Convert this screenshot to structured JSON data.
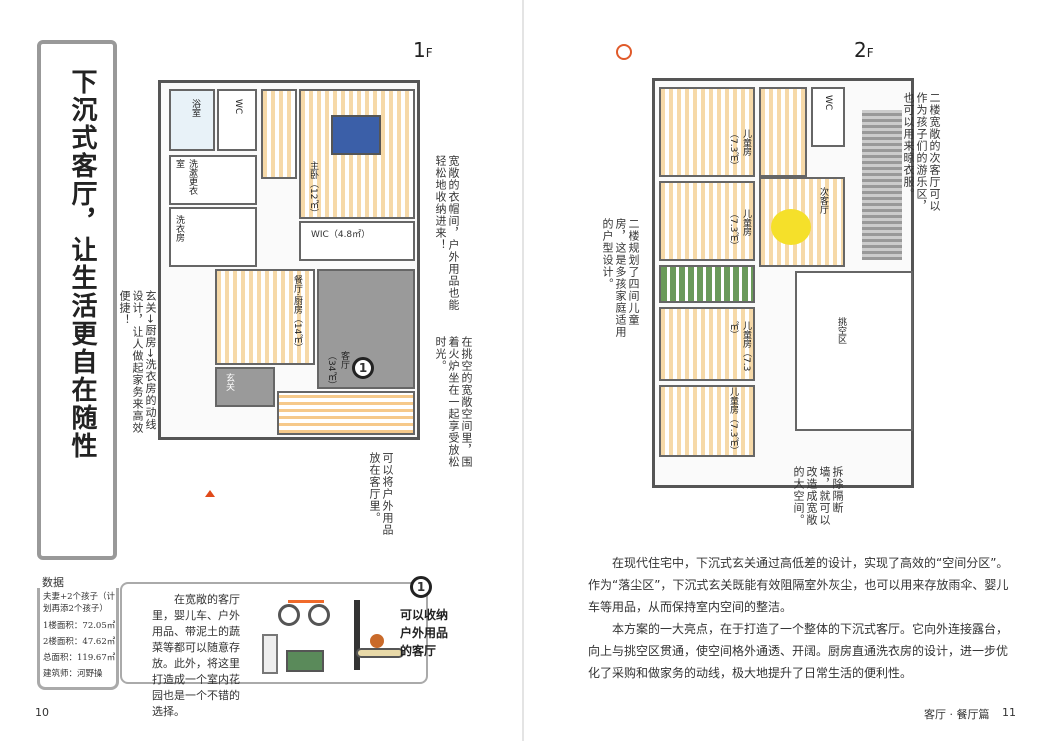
{
  "left_page": {
    "title": "下沉式客厅，让生活更自在随性",
    "floor_label": "1",
    "floor_suffix": "F",
    "rooms": {
      "bath": "浴室",
      "wc": "WC",
      "dressing": "洗漱更衣室",
      "laundry": "洗衣房",
      "master": "主卧（12㎡）",
      "wic": "WIC（4.8㎡）",
      "dining": "餐厅·厨房（14㎡）",
      "living": "客厅（34㎡）",
      "entrance": "玄关"
    },
    "annotations": {
      "wic": "宽敞的衣帽间，户外用品也能轻松地收纳进来！",
      "living": "在挑空的宽敞空间里，围着火炉坐在一起享受放松时光。",
      "flow": "玄关→厨房→洗衣房的动线设计，让人做起家务来高效便捷！",
      "outdoor": "可以将户外用品放在客厅里。"
    },
    "marker": "1",
    "data": {
      "heading": "数据",
      "lines": [
        "夫妻+2个孩子（计划再添2个孩子）",
        "1楼面积：72.05㎡",
        "2楼面积：47.62㎡",
        "总面积：119.67㎡",
        "建筑师：河野操"
      ]
    },
    "callout": {
      "marker": "1",
      "text": "在宽敞的客厅里，婴儿车、户外用品、带泥土的蔬菜等都可以随意存放。此外，将这里打造成一个室内花园也是一个不错的选择。",
      "title": "可以收纳户外用品的客厅"
    },
    "page_number": "10"
  },
  "right_page": {
    "floor_label": "2",
    "floor_suffix": "F",
    "rooms": {
      "wc": "WC",
      "kids": [
        "儿童房（7.3㎡）",
        "儿童房（7.3㎡）",
        "儿童房（7.3㎡）",
        "儿童房（7.3㎡）"
      ],
      "sub_living": "次客厅",
      "void": "挑空区"
    },
    "annotations": {
      "sub_living": "二楼宽敞的次客厅可以作为孩子们的游乐区，也可以用来晾衣服。",
      "kids": "二楼规划了四间儿童房，这是多孩家庭适用的户型设计。",
      "wall": "拆除隔断墙，就可以改造成宽敞的大空间。"
    },
    "body": [
      "在现代住宅中，下沉式玄关通过高低差的设计，实现了高效的“空间分区”。作为“落尘区”，下沉式玄关既能有效阻隔室外灰尘，也可以用来存放雨伞、婴儿车等用品，从而保持室内空间的整洁。",
      "本方案的一大亮点，在于打造了一个整体的下沉式客厅。它向外连接露台，向上与挑空区贯通，使空间格外通透、开阔。厨房直通洗衣房的设计，进一步优化了采购和做家务的动线，极大地提升了日常生活的便利性。"
    ],
    "footer_section": "客厅 · 餐厅篇",
    "page_number": "11"
  },
  "colors": {
    "wood": "#f6d9a8",
    "orange": "#f08a24",
    "grey": "#9a9a9a"
  }
}
